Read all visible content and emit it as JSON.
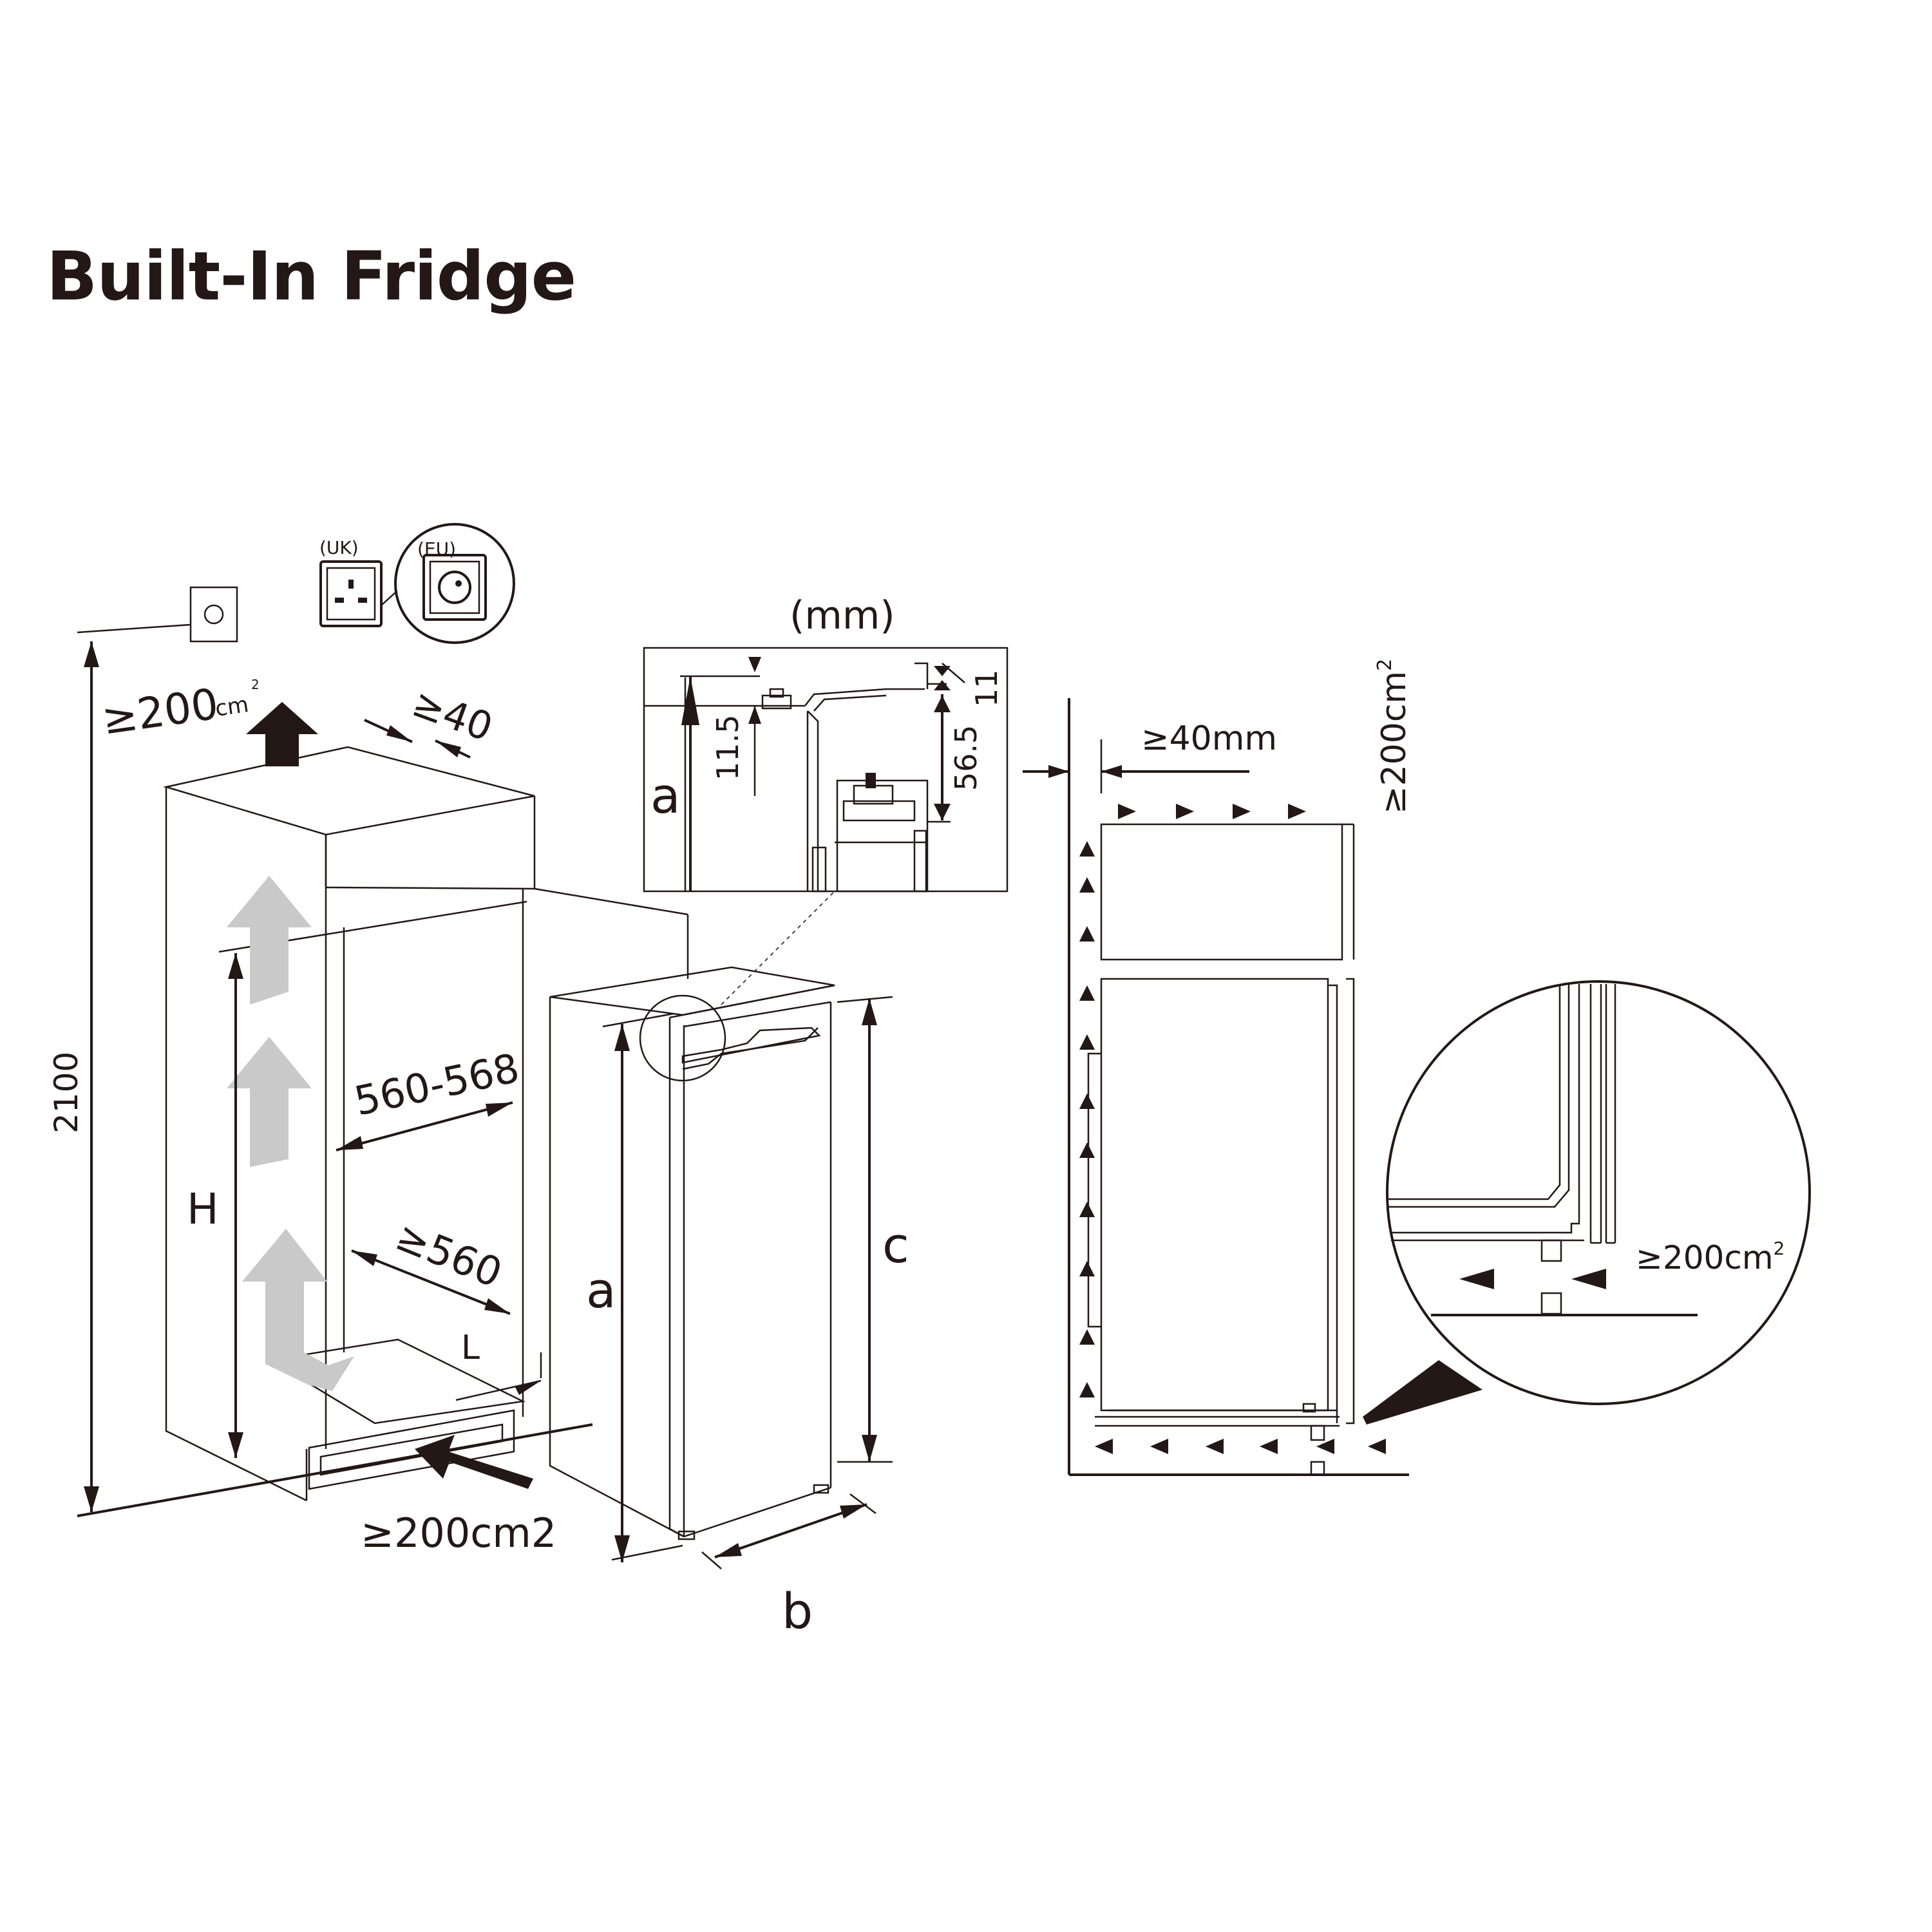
{
  "title": "Built-In Fridge",
  "labels": {
    "uk": "(UK)",
    "eu": "(EU)",
    "height_total": "2100",
    "top_vent": "≥200",
    "top_vent_unit": "cm",
    "top_vent_sup": "2",
    "top_gap": "≥40",
    "width_range": "560-568",
    "depth_min": "≥560",
    "niche_height": "H",
    "l_label": "L",
    "bottom_vent": "≥200cm2",
    "dim_a": "a",
    "dim_b": "b",
    "dim_c": "c",
    "units": "(mm)",
    "detail_a": "a",
    "detail_11_5": "11.5",
    "detail_11": "11",
    "detail_56_5": "56.5",
    "side_gap": "≥40mm",
    "side_vent": "≥200cm",
    "side_vent_sup": "2",
    "zoom_vent": "≥200cm",
    "zoom_vent_sup": "2"
  }
}
